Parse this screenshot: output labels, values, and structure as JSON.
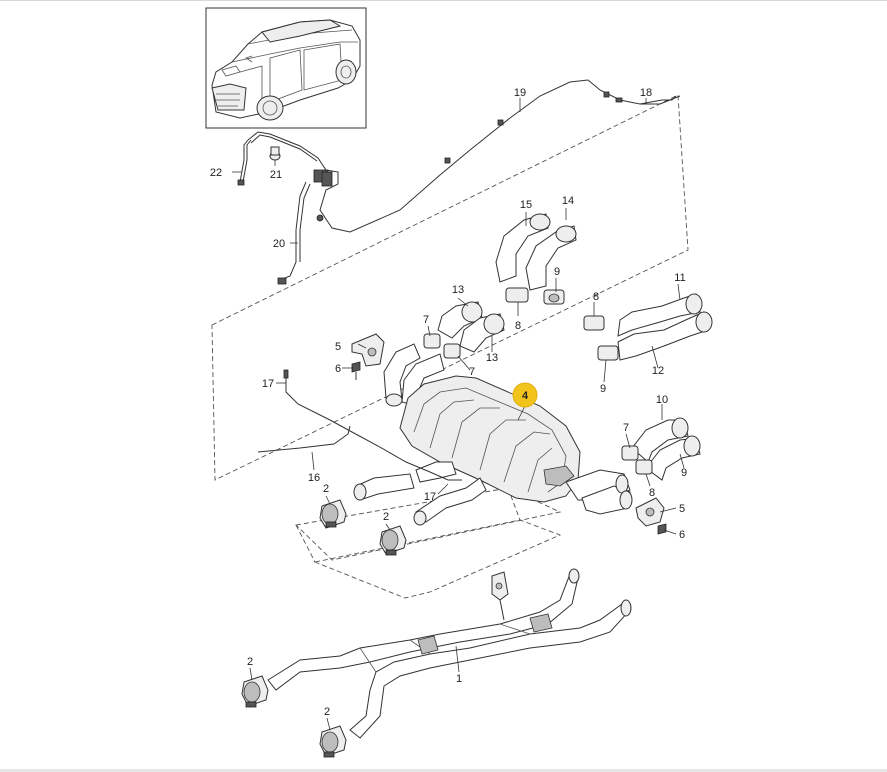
{
  "callouts": {
    "c1": "1",
    "c2a": "2",
    "c2b": "2",
    "c2c": "2",
    "c2d": "2",
    "c4": "4",
    "c5a": "5",
    "c5b": "5",
    "c6a": "6",
    "c6b": "6",
    "c7a": "7",
    "c7b": "7",
    "c7c": "7",
    "c8a": "8",
    "c8b": "8",
    "c9a": "9",
    "c9b": "9",
    "c10": "10",
    "c11": "11",
    "c12": "12",
    "c13a": "13",
    "c13b": "13",
    "c14": "14",
    "c15": "15",
    "c16": "16",
    "c17a": "17",
    "c17b": "17",
    "c18": "18",
    "c19": "19",
    "c20": "20",
    "c21": "21",
    "c22": "22"
  },
  "colors": {
    "highlight": "#f2c31b",
    "line": "#333333",
    "shade": "#bdbdbd"
  },
  "highlighted_part": "4"
}
